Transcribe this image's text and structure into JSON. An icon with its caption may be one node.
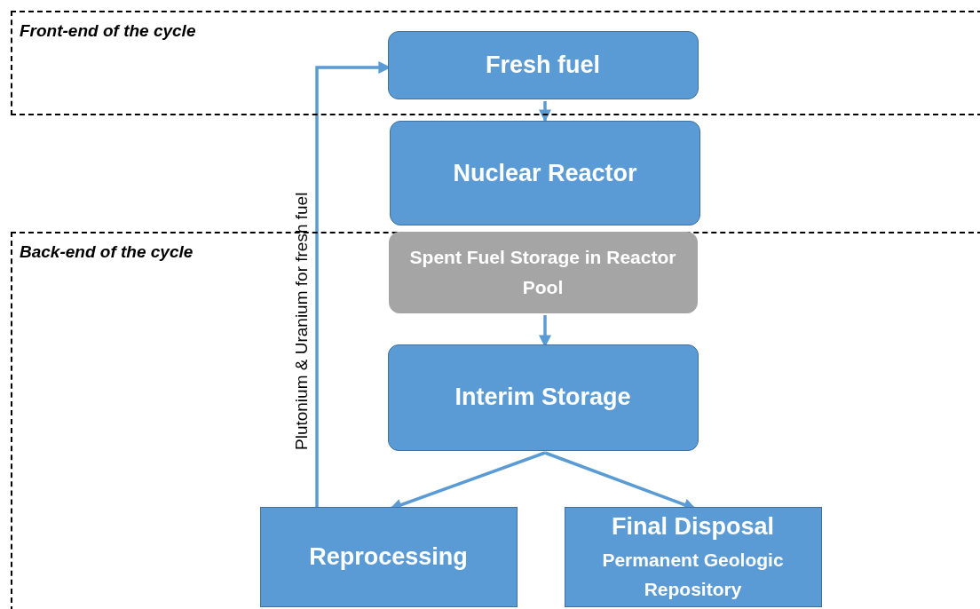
{
  "diagram": {
    "nodes": [
      {
        "text": [
          "Front-end of the cycle"
        ]
      },
      {
        "text": [
          "Fresh fuel"
        ],
        "in": 0
      },
      {
        "text": [
          "Nuclear Reactor"
        ]
      },
      {
        "text": [
          "Back-end of the cycle"
        ]
      },
      {
        "text": [
          "Spent Fuel Storage in Reactor Pool"
        ],
        "in": 3
      },
      {
        "text": [
          "Interim Storage"
        ],
        "in": 3
      },
      {
        "text": [
          "Reprocessing"
        ],
        "in": 3
      },
      {
        "text": [
          "Final Disposal",
          "Permanent Geologic Repository"
        ],
        "in": 3
      }
    ],
    "edges": [
      {
        "from": 1,
        "to": 2,
        "arrow": "to"
      },
      {
        "from": 4,
        "to": 5,
        "arrow": "to"
      },
      {
        "from": 5,
        "to": 6,
        "arrow": "to"
      },
      {
        "from": 5,
        "to": 7,
        "arrow": "to"
      },
      {
        "from": 6,
        "to": 1,
        "arrow": "to",
        "label": "Plutonium & Uranium for fresh fuel"
      }
    ]
  }
}
